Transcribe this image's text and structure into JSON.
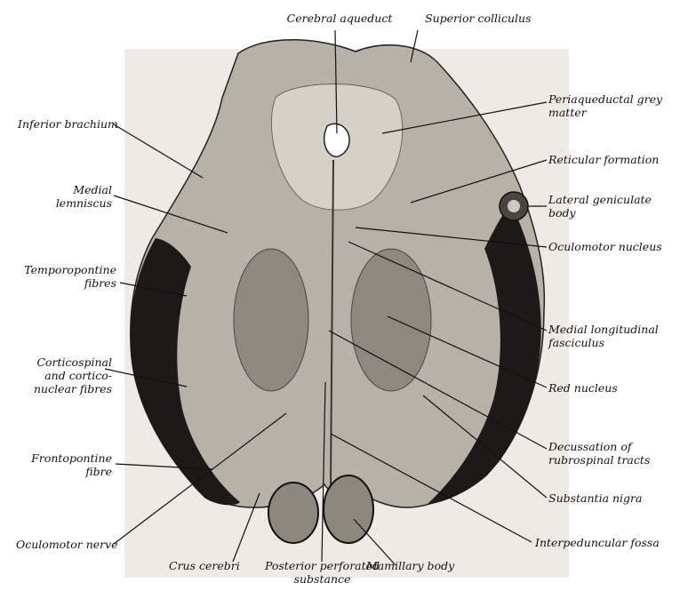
{
  "labels": {
    "cerebral_aqueduct": "Cerebral aqueduct",
    "superior_colliculus": "Superior colliculus",
    "periaqueductal_grey": "Periaqueductal grey\nmatter",
    "reticular_formation": "Reticular formation",
    "lateral_geniculate": "Lateral geniculate\nbody",
    "oculomotor_nucleus": "Oculomotor nucleus",
    "medial_longitudinal": "Medial longitudinal\nfasciculus",
    "red_nucleus": "Red nucleus",
    "decussation": "Decussation of\nrubrospinal tracts",
    "substantia_nigra": "Substantia nigra",
    "interpeduncular_fossa": "Interpeduncular fossa",
    "mamillary_body": "Mamillary body",
    "posterior_perforated": "Posterior perforated\nsubstance",
    "crus_cerebri": "Crus cerebri",
    "oculomotor_nerve": "Oculomotor nerve",
    "frontopontine": "Frontopontine\nfibre",
    "corticospinal": "Corticospinal\nand cortico-\nnuclear fibres",
    "temporopontine": "Temporopontine\nfibres",
    "medial_lemniscus": "Medial\nlemniscus",
    "inferior_brachium": "Inferior brachium"
  },
  "colors": {
    "ink": "#111111",
    "tissue_light": "#d9d4cc",
    "tissue_mid": "#a59e94",
    "tissue_dark": "#1a1816",
    "paper_bg": "#ece9e3"
  }
}
